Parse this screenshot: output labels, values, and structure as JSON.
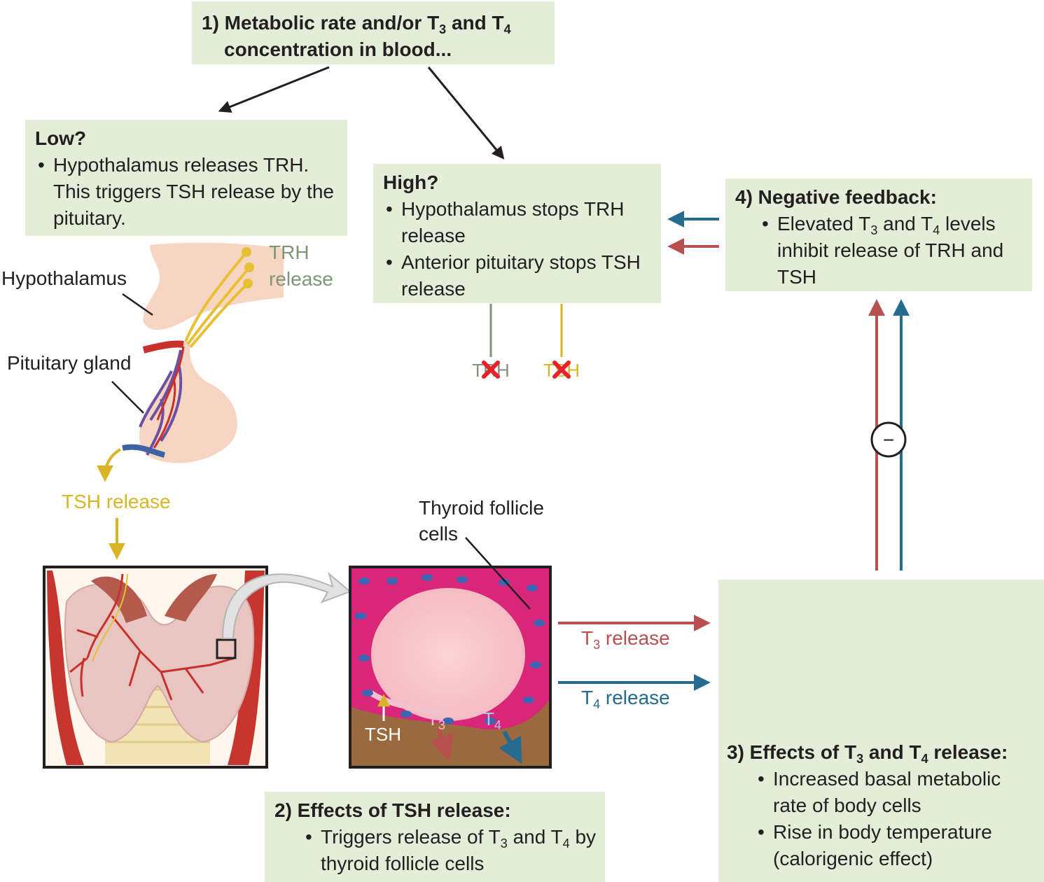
{
  "step1": {
    "text_a": "1) Metabolic rate and/or T",
    "sub_a": "3",
    "text_b": " and T",
    "sub_b": "4",
    "line2": "concentration in blood..."
  },
  "low": {
    "title": "Low?",
    "bullet": "Hypothalamus releases TRH. This triggers TSH release by the pituitary."
  },
  "high": {
    "title": "High?",
    "bullet1": "Hypothalamus stops TRH release",
    "bullet2": "Anterior pituitary stops TSH release"
  },
  "step4": {
    "title": "4) Negative feedback:",
    "text_a": "Elevated T",
    "sub_a": "3",
    "text_b": " and T",
    "sub_b": "4",
    "text_c": " levels inhibit release of TRH and TSH"
  },
  "step2": {
    "title": "2) Effects of TSH release:",
    "text_a": "Triggers release of T",
    "sub_a": "3",
    "text_b": " and T",
    "sub_b": "4",
    "text_c": " by thyroid follicle cells"
  },
  "step3": {
    "title_a": "3) Effects of T",
    "sub_a": "3",
    "title_b": " and T",
    "sub_b": "4",
    "title_c": " release:",
    "bullet1": "Increased basal metabolic rate of body cells",
    "bullet2": "Rise in body temperature (calorigenic effect)"
  },
  "labels": {
    "hypothalamus": "Hypothalamus",
    "pituitary": "Pituitary gland",
    "trh_line1": "TRH",
    "trh_line2": "release",
    "tsh_release": "TSH release",
    "follicle_line1": "Thyroid follicle",
    "follicle_line2": "cells",
    "tsh_small": "TSH",
    "t_letter": "T",
    "sub3": "3",
    "sub4": "4",
    "release": " release",
    "blocked_trh": "TRH",
    "blocked_tsh": "TSH",
    "minus": "−"
  },
  "colors": {
    "box_bg": "#e3edd8",
    "t3_red": "#b8504f",
    "t4_blue": "#256a8f",
    "tsh_gold": "#d9b526",
    "trh_sage": "#7d9678"
  }
}
